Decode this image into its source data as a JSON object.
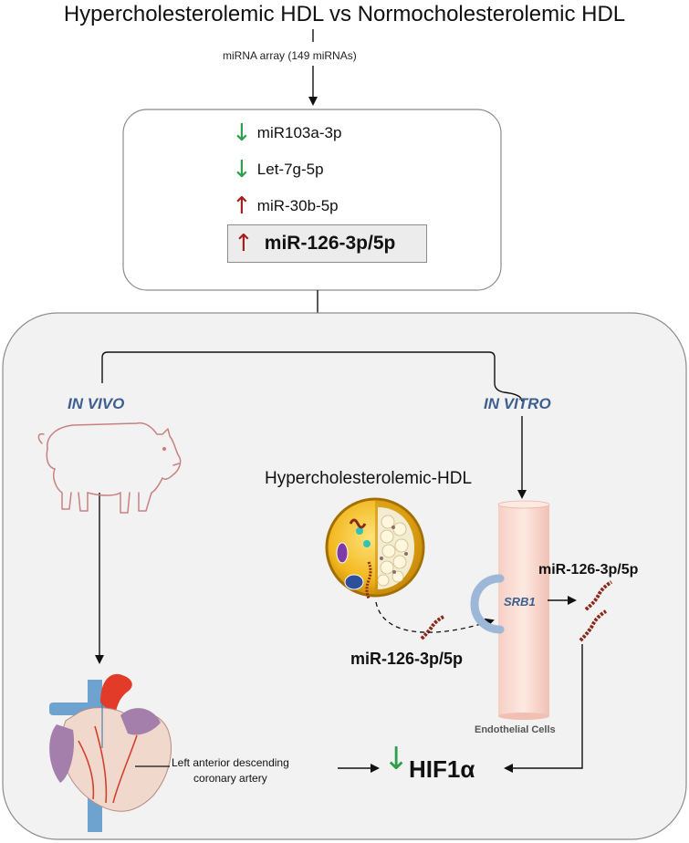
{
  "title": "Hypercholesterolemic HDL vs Normocholesterolemic HDL",
  "array_label": "miRNA array (149 miRNAs)",
  "mirnas": [
    {
      "name": "miR103a-3p",
      "direction": "down"
    },
    {
      "name": "Let-7g-5p",
      "direction": "down"
    },
    {
      "name": "miR-30b-5p",
      "direction": "up"
    }
  ],
  "highlight_mirna": {
    "name": "miR-126-3p/5p",
    "direction": "up"
  },
  "arrows": {
    "down": "↓",
    "up": "↑"
  },
  "in_vivo": {
    "label": "IN VIVO",
    "artery_label_line1": "Left anterior descending",
    "artery_label_line2": "coronary artery"
  },
  "in_vitro": {
    "label": "IN VITRO",
    "hdl_title": "Hypercholesterolemic-HDL",
    "receptor": "SRB1",
    "released_mirna": "miR-126-3p/5p",
    "internalized_mirna": "miR-126-3p/5p",
    "cells_label": "Endothelial Cells"
  },
  "outcome": {
    "label": "HIF1α",
    "direction": "down"
  },
  "colors": {
    "down_arrow": "#2e9e4b",
    "up_arrow": "#a31d1d",
    "panel_bg": "#f2f2f2",
    "label_blue": "#3d5f8f",
    "mirna_strand": "#8a2a1c"
  }
}
